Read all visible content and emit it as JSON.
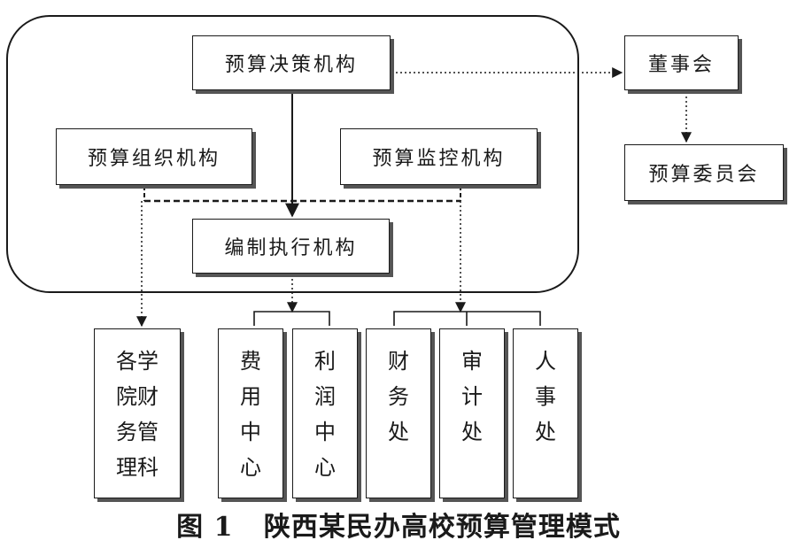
{
  "nodes": {
    "decision": "预算决策机构",
    "board": "董事会",
    "committee": "预算委员会",
    "organize": "预算组织机构",
    "monitor": "预算监控机构",
    "execute": "编制执行机构"
  },
  "bottom_units": [
    {
      "lines": [
        "各学",
        "院财",
        "务管",
        "理科"
      ]
    },
    {
      "lines": [
        "费",
        "用",
        "中",
        "心"
      ]
    },
    {
      "lines": [
        "利",
        "润",
        "中",
        "心"
      ]
    },
    {
      "lines": [
        "财",
        "务",
        "处"
      ]
    },
    {
      "lines": [
        "审",
        "计",
        "处"
      ]
    },
    {
      "lines": [
        "人",
        "事",
        "处"
      ]
    }
  ],
  "caption": "图 1   陕西某民办高校预算管理模式"
}
